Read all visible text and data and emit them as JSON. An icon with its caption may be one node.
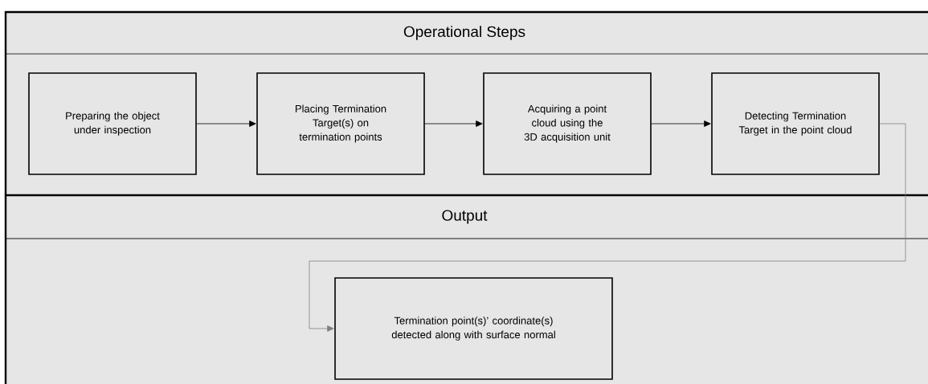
{
  "diagram": {
    "nodes": [
      {
        "text": [
          "Operational Steps"
        ]
      },
      {
        "text": [
          "Preparing the object under inspection"
        ],
        "in": 0
      },
      {
        "text": [
          "Placing Termination Target(s) on termination points"
        ],
        "in": 0
      },
      {
        "text": [
          "Acquiring a point cloud using the 3D acquisition unit"
        ],
        "in": 0
      },
      {
        "text": [
          "Detecting Termination Target in the point cloud"
        ],
        "in": 0
      },
      {
        "text": [
          "Output"
        ]
      },
      {
        "text": [
          "Termination point(s)’ coordinate(s) detected along with surface normal"
        ],
        "in": 5
      }
    ],
    "edges": [
      {
        "from": 1,
        "to": 2,
        "arrow": "to"
      },
      {
        "from": 2,
        "to": 3,
        "arrow": "to"
      },
      {
        "from": 3,
        "to": 4,
        "arrow": "to"
      },
      {
        "from": 4,
        "to": 6,
        "arrow": "to",
        "color": "#808080"
      }
    ]
  }
}
